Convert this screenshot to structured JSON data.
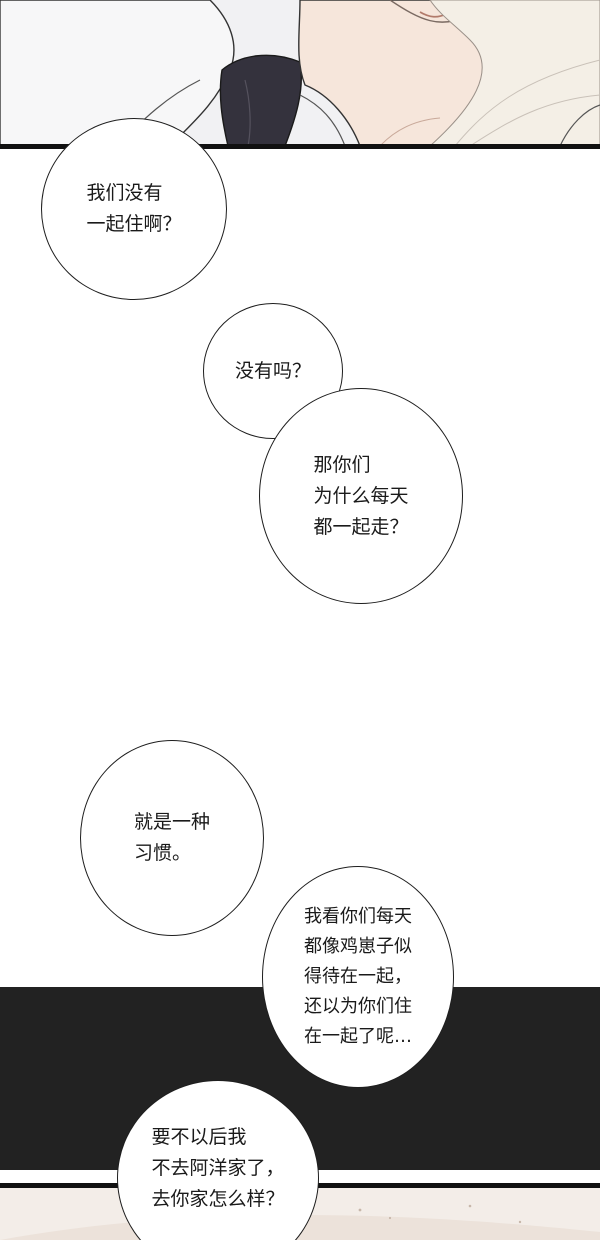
{
  "colors": {
    "page_background": "#ffffff",
    "dark_band": "#222222",
    "panel_border": "#111111",
    "bubble_border": "#1e1e1e",
    "text": "#1a1a1a",
    "skin_tone": "#f6e6db",
    "hair_tone": "#f4efe6"
  },
  "bubbles": [
    {
      "text": "我们没有\n一起住啊？"
    },
    {
      "text": "没有吗？"
    },
    {
      "text": "那你们\n为什么每天\n都一起走？"
    },
    {
      "text": "就是一种\n习惯。"
    },
    {
      "text": "我看你们每天\n都像鸡崽子似\n得待在一起，\n还以为你们住\n在一起了呢…"
    },
    {
      "text": "要不以后我\n不去阿洋家了，\n去你家怎么样？"
    }
  ]
}
